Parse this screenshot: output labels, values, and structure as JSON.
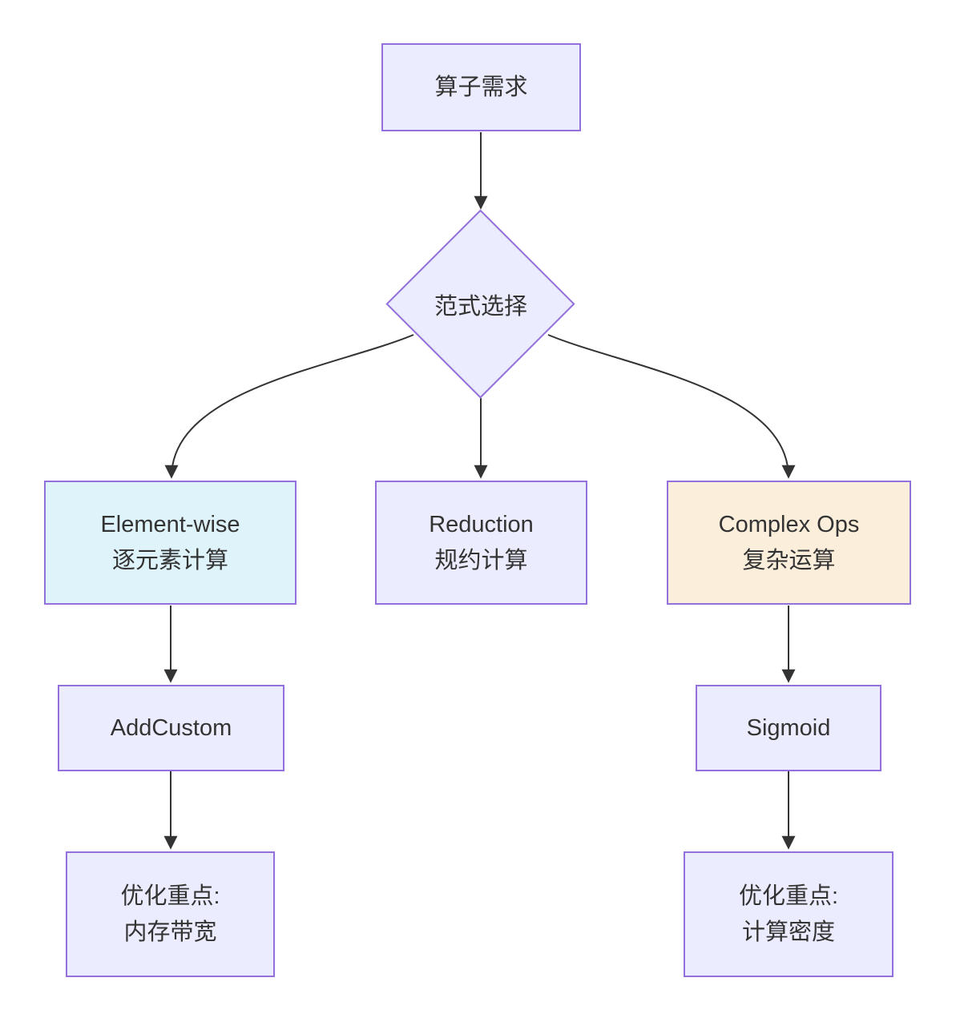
{
  "diagram": {
    "type": "flowchart",
    "direction": "top-down",
    "nodes": {
      "operator_requirement": {
        "label": "算子需求",
        "shape": "rect"
      },
      "paradigm_selection": {
        "label": "范式选择",
        "shape": "diamond"
      },
      "element_wise": {
        "title": "Element-wise",
        "subtitle": "逐元素计算",
        "shape": "rect",
        "fill": "#DFF3FB"
      },
      "reduction": {
        "title": "Reduction",
        "subtitle": "规约计算",
        "shape": "rect"
      },
      "complex_ops": {
        "title": "Complex Ops",
        "subtitle": "复杂运算",
        "shape": "rect",
        "fill": "#FBEEDB"
      },
      "add_custom": {
        "label": "AddCustom",
        "shape": "rect"
      },
      "sigmoid": {
        "label": "Sigmoid",
        "shape": "rect"
      },
      "optimize_memory": {
        "title": "优化重点:",
        "subtitle": "内存带宽",
        "shape": "rect"
      },
      "optimize_compute": {
        "title": "优化重点:",
        "subtitle": "计算密度",
        "shape": "rect"
      }
    },
    "edges": [
      {
        "from": "operator_requirement",
        "to": "paradigm_selection"
      },
      {
        "from": "paradigm_selection",
        "to": "element_wise"
      },
      {
        "from": "paradigm_selection",
        "to": "reduction"
      },
      {
        "from": "paradigm_selection",
        "to": "complex_ops"
      },
      {
        "from": "element_wise",
        "to": "add_custom"
      },
      {
        "from": "add_custom",
        "to": "optimize_memory"
      },
      {
        "from": "complex_ops",
        "to": "sigmoid"
      },
      {
        "from": "sigmoid",
        "to": "optimize_compute"
      }
    ],
    "colors": {
      "background": "#FFFFFF",
      "node_fill": "#ECECFF",
      "node_border": "#9370DB",
      "element_wise_fill": "#DFF3FB",
      "complex_ops_fill": "#FBEEDB",
      "arrow": "#333333",
      "text": "#333333"
    }
  }
}
